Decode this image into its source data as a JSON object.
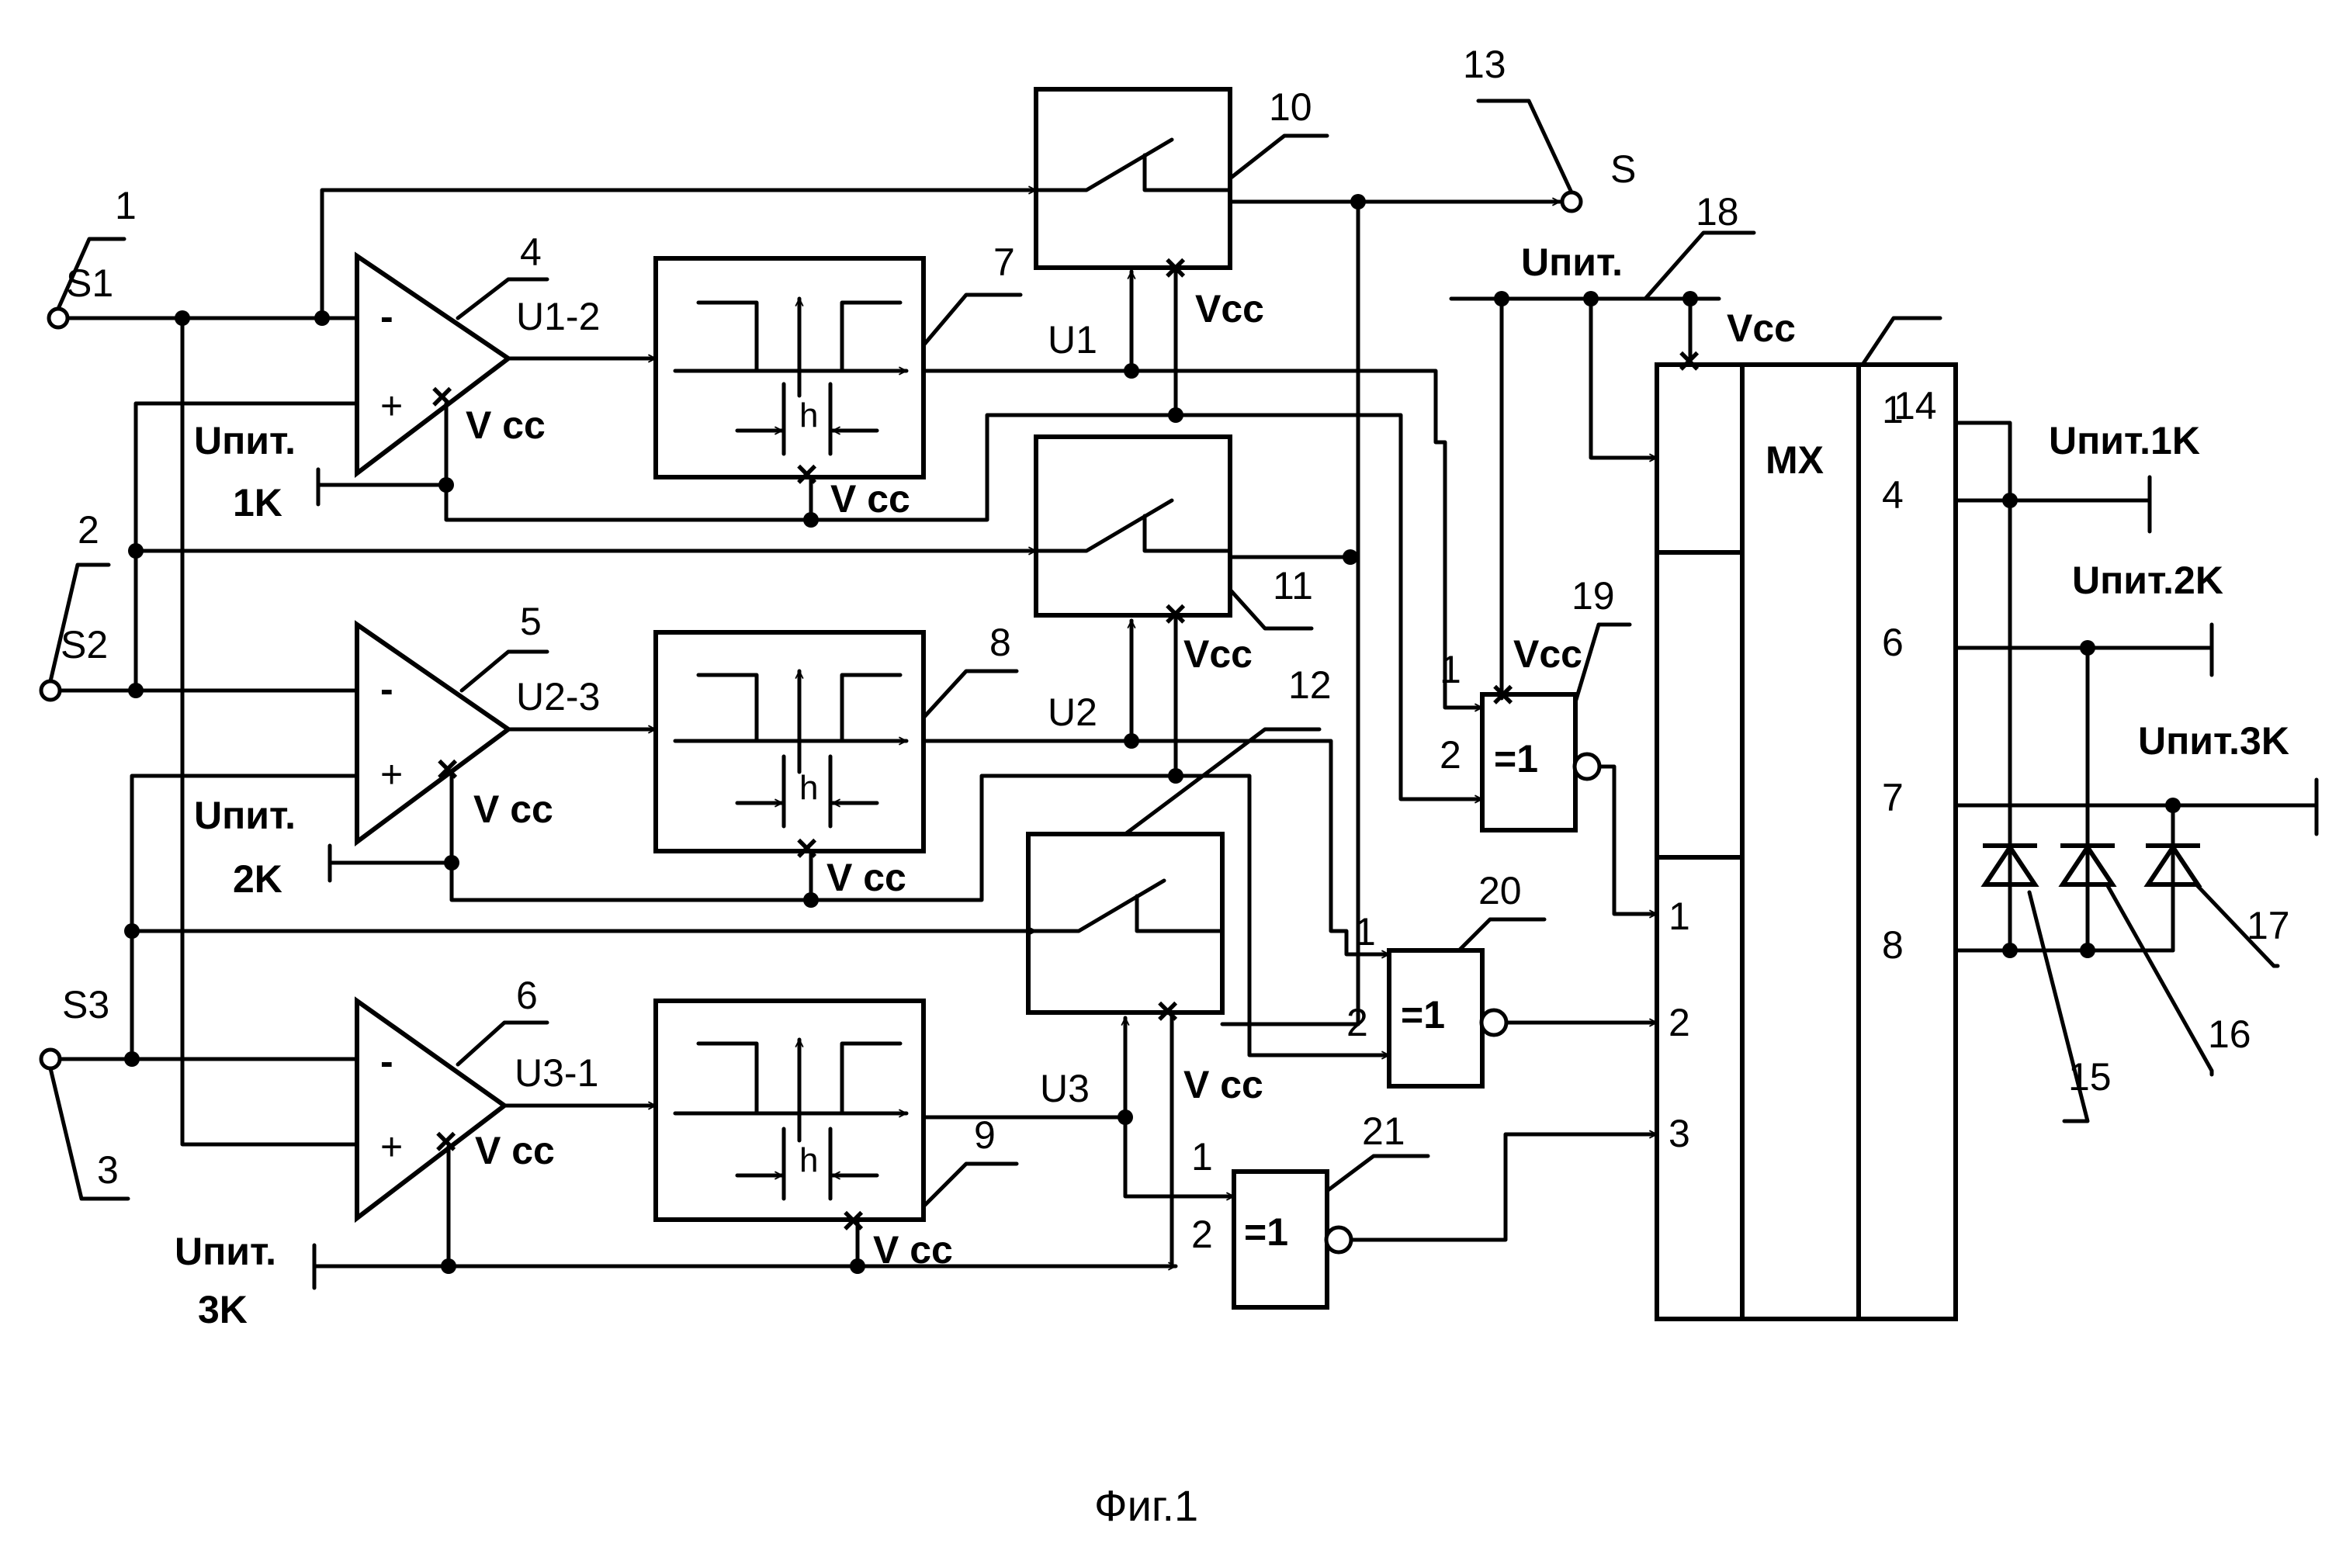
{
  "caption": "Фиг.1",
  "refs": {
    "r1": "1",
    "r2": "2",
    "r3": "3",
    "r4": "4",
    "r5": "5",
    "r6": "6",
    "r7": "7",
    "r8": "8",
    "r9": "9",
    "r10": "10",
    "r11": "11",
    "r12": "12",
    "r13": "13",
    "r14": "14",
    "r15": "15",
    "r16": "16",
    "r17": "17",
    "r18": "18",
    "r19": "19",
    "r20": "20",
    "r21": "21"
  },
  "inputs": {
    "s1": "S1",
    "s2": "S2",
    "s3": "S3",
    "s_out": "S"
  },
  "comparators": {
    "u12": "U1-2",
    "u23": "U2-3",
    "u31": "U3-1",
    "minus": "-",
    "plus": "+"
  },
  "signals": {
    "u1": "U1",
    "u2": "U2",
    "u3": "U3"
  },
  "vcc": "Vcc",
  "vcc_spaced": "V cc",
  "hysteresis": "h",
  "supply": {
    "main": "Uпит.",
    "k1_a": "Uпит.",
    "k1_b": "1K",
    "k2_a": "Uпит.",
    "k2_b": "2K",
    "k3_a": "Uпит.",
    "k3_b": "3K",
    "out1": "Uпит.1K",
    "out2": "Uпит.2K",
    "out3": "Uпит.3K"
  },
  "xor": {
    "label": "=1",
    "in1": "1",
    "in2": "2"
  },
  "mux": {
    "label": "MX",
    "in1": "1",
    "in2": "2",
    "in3": "3",
    "out1": "1",
    "out4": "4",
    "out6": "6",
    "out7": "7",
    "out8": "8"
  }
}
